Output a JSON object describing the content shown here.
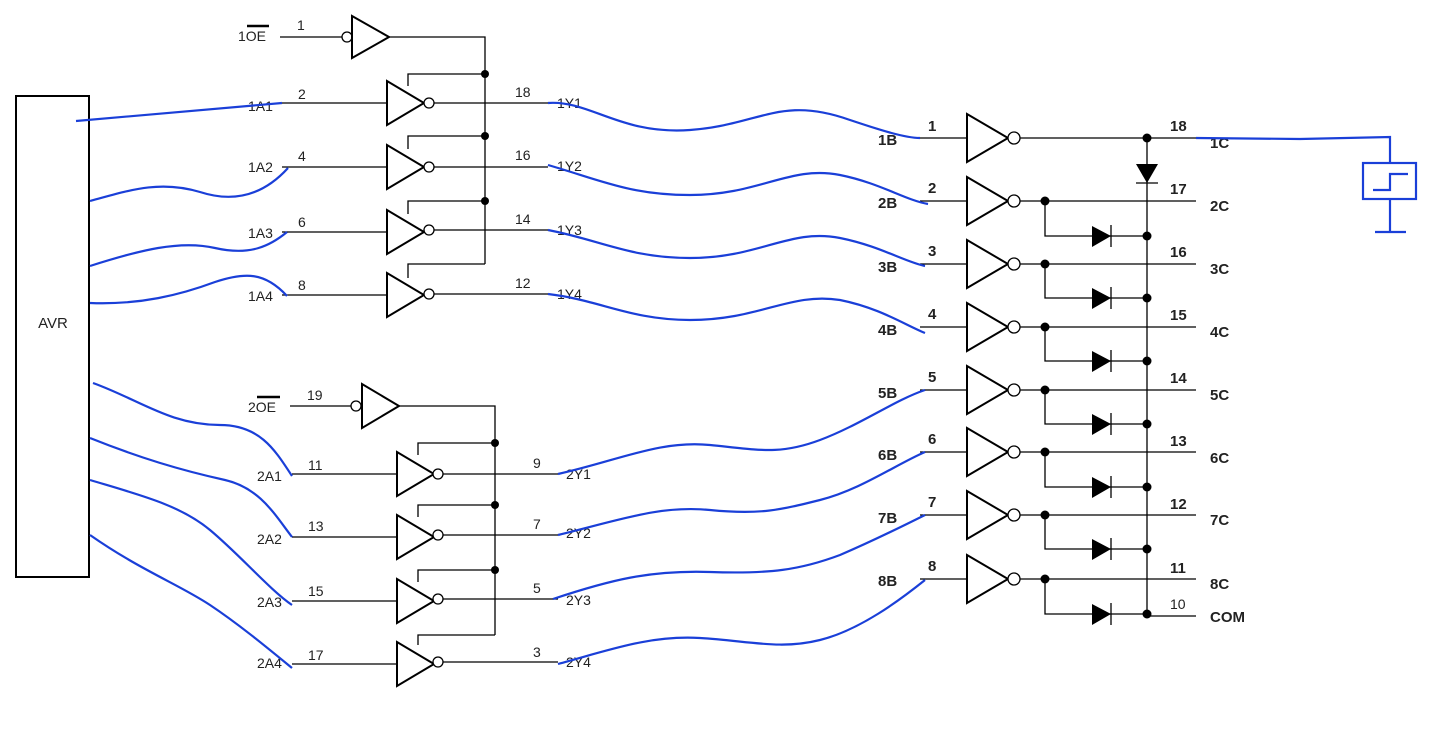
{
  "mcu_label": "AVR",
  "buffer1": {
    "oe_label": "1",
    "oe_overbar": "OE",
    "oe_pin": "1",
    "channels": [
      {
        "in_label": "1A1",
        "in_pin": "2",
        "out_pin": "18",
        "out_label": "1Y1"
      },
      {
        "in_label": "1A2",
        "in_pin": "4",
        "out_pin": "16",
        "out_label": "1Y2"
      },
      {
        "in_label": "1A3",
        "in_pin": "6",
        "out_pin": "14",
        "out_label": "1Y3"
      },
      {
        "in_label": "1A4",
        "in_pin": "8",
        "out_pin": "12",
        "out_label": "1Y4"
      }
    ]
  },
  "buffer2": {
    "oe_label": "2",
    "oe_overbar": "OE",
    "oe_pin": "19",
    "channels": [
      {
        "in_label": "2A1",
        "in_pin": "11",
        "out_pin": "9",
        "out_label": "2Y1"
      },
      {
        "in_label": "2A2",
        "in_pin": "13",
        "out_pin": "7",
        "out_label": "2Y2"
      },
      {
        "in_label": "2A3",
        "in_pin": "15",
        "out_pin": "5",
        "out_label": "2Y3"
      },
      {
        "in_label": "2A4",
        "in_pin": "17",
        "out_pin": "3",
        "out_label": "2Y4"
      }
    ]
  },
  "driver": {
    "channels": [
      {
        "in_label": "1B",
        "in_pin": "1",
        "out_pin": "18",
        "out_label": "1C"
      },
      {
        "in_label": "2B",
        "in_pin": "2",
        "out_pin": "17",
        "out_label": "2C"
      },
      {
        "in_label": "3B",
        "in_pin": "3",
        "out_pin": "16",
        "out_label": "3C"
      },
      {
        "in_label": "4B",
        "in_pin": "4",
        "out_pin": "15",
        "out_label": "4C"
      },
      {
        "in_label": "5B",
        "in_pin": "5",
        "out_pin": "14",
        "out_label": "5C"
      },
      {
        "in_label": "6B",
        "in_pin": "6",
        "out_pin": "13",
        "out_label": "6C"
      },
      {
        "in_label": "7B",
        "in_pin": "7",
        "out_pin": "12",
        "out_label": "7C"
      },
      {
        "in_label": "8B",
        "in_pin": "8",
        "out_pin": "11",
        "out_label": "8C"
      }
    ],
    "com_pin": "10",
    "com_label": "COM"
  },
  "colors": {
    "wire": "#000000",
    "hand_drawn_wire": "#1a3fd8"
  }
}
